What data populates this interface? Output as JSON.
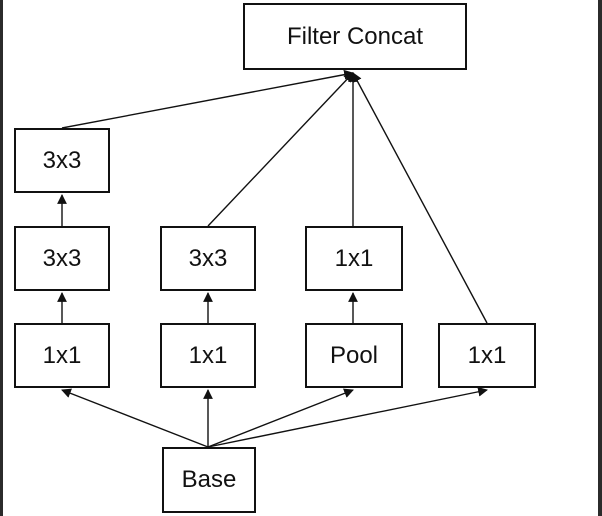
{
  "diagram": {
    "colors": {
      "stroke": "#111111",
      "fill": "#ffffff",
      "frame": "#2b2b2b"
    },
    "nodes": [
      {
        "id": "filter-concat",
        "label": "Filter Concat"
      },
      {
        "id": "a-3x3-top",
        "label": "3x3"
      },
      {
        "id": "a-3x3-mid",
        "label": "3x3"
      },
      {
        "id": "a-1x1",
        "label": "1x1"
      },
      {
        "id": "b-3x3",
        "label": "3x3"
      },
      {
        "id": "b-1x1",
        "label": "1x1"
      },
      {
        "id": "c-1x1",
        "label": "1x1"
      },
      {
        "id": "c-pool",
        "label": "Pool"
      },
      {
        "id": "d-1x1",
        "label": "1x1"
      },
      {
        "id": "base",
        "label": "Base"
      }
    ],
    "edges": [
      {
        "from": "base",
        "to": "a-1x1"
      },
      {
        "from": "base",
        "to": "b-1x1"
      },
      {
        "from": "base",
        "to": "c-pool"
      },
      {
        "from": "base",
        "to": "d-1x1"
      },
      {
        "from": "a-1x1",
        "to": "a-3x3-mid"
      },
      {
        "from": "a-3x3-mid",
        "to": "a-3x3-top"
      },
      {
        "from": "b-1x1",
        "to": "b-3x3"
      },
      {
        "from": "c-pool",
        "to": "c-1x1"
      },
      {
        "from": "a-3x3-top",
        "to": "filter-concat"
      },
      {
        "from": "b-3x3",
        "to": "filter-concat"
      },
      {
        "from": "c-1x1",
        "to": "filter-concat"
      },
      {
        "from": "d-1x1",
        "to": "filter-concat"
      }
    ]
  }
}
